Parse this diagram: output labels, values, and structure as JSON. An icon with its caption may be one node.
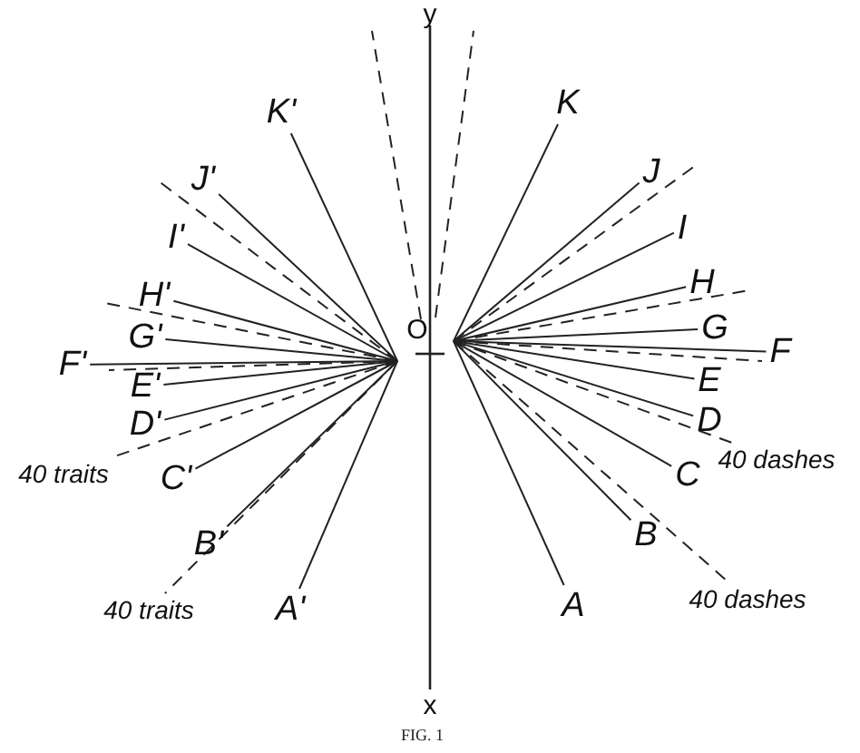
{
  "diagram": {
    "caption": "FIG. 1",
    "nodes": [
      {
        "text": [
          "K'"
        ]
      },
      {
        "text": [
          "K"
        ]
      },
      {
        "text": [
          "J'"
        ]
      },
      {
        "text": [
          "J"
        ]
      },
      {
        "text": [
          "I'"
        ]
      },
      {
        "text": [
          "I"
        ]
      },
      {
        "text": [
          "H'"
        ]
      },
      {
        "text": [
          "H"
        ]
      },
      {
        "text": [
          "G'"
        ]
      },
      {
        "text": [
          "G"
        ]
      },
      {
        "text": [
          "F'"
        ]
      },
      {
        "text": [
          "F"
        ]
      },
      {
        "text": [
          "E'"
        ]
      },
      {
        "text": [
          "E"
        ]
      },
      {
        "text": [
          "D'"
        ]
      },
      {
        "text": [
          "D"
        ]
      },
      {
        "text": [
          "40 traits"
        ]
      },
      {
        "text": [
          "40 dashes"
        ]
      },
      {
        "text": [
          "C'"
        ]
      },
      {
        "text": [
          "C"
        ]
      },
      {
        "text": [
          "B'"
        ]
      },
      {
        "text": [
          "B"
        ]
      },
      {
        "text": [
          "40 traits"
        ]
      },
      {
        "text": [
          "A'"
        ]
      },
      {
        "text": [
          "A"
        ]
      },
      {
        "text": [
          "40 dashes"
        ]
      }
    ],
    "edges": [
      {
        "from": null,
        "to": 0,
        "arrow": "none"
      },
      {
        "from": null,
        "to": 1,
        "arrow": "none"
      },
      {
        "from": null,
        "to": 2,
        "arrow": "none"
      },
      {
        "from": null,
        "to": 3,
        "arrow": "none"
      },
      {
        "from": null,
        "to": 4,
        "arrow": "none"
      },
      {
        "from": null,
        "to": 5,
        "arrow": "none"
      },
      {
        "from": null,
        "to": 6,
        "arrow": "none"
      },
      {
        "from": null,
        "to": 7,
        "arrow": "none"
      },
      {
        "from": null,
        "to": 8,
        "arrow": "none"
      },
      {
        "from": null,
        "to": 9,
        "arrow": "none"
      },
      {
        "from": null,
        "to": 10,
        "arrow": "none"
      },
      {
        "from": null,
        "to": 11,
        "arrow": "none"
      },
      {
        "from": null,
        "to": 12,
        "arrow": "none"
      },
      {
        "from": null,
        "to": 13,
        "arrow": "none"
      },
      {
        "from": null,
        "to": 14,
        "arrow": "none"
      },
      {
        "from": null,
        "to": 15,
        "arrow": "none"
      },
      {
        "from": null,
        "to": 16,
        "arrow": "none",
        "style": "dashed"
      },
      {
        "from": null,
        "to": 17,
        "arrow": "none",
        "style": "dashed"
      },
      {
        "from": null,
        "to": 18,
        "arrow": "none"
      },
      {
        "from": null,
        "to": 19,
        "arrow": "none"
      },
      {
        "from": null,
        "to": 20,
        "arrow": "none"
      },
      {
        "from": null,
        "to": 21,
        "arrow": "none"
      },
      {
        "from": null,
        "to": 22,
        "arrow": "none",
        "style": "dashed"
      },
      {
        "from": null,
        "to": 23,
        "arrow": "none"
      },
      {
        "from": null,
        "to": 24,
        "arrow": "none"
      },
      {
        "from": null,
        "to": 25,
        "arrow": "none",
        "style": "dashed"
      }
    ],
    "labels": [
      "y",
      "O",
      "x"
    ]
  }
}
